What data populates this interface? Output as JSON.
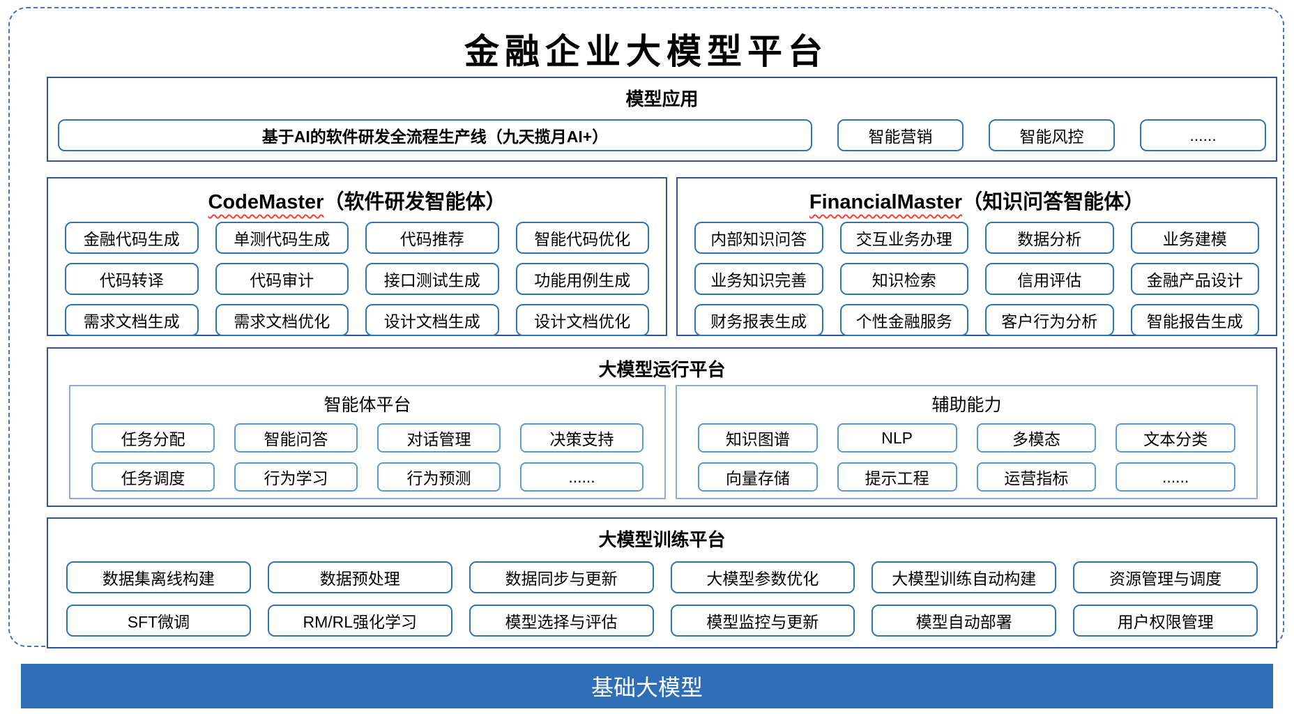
{
  "title": "金融企业大模型平台",
  "colors": {
    "outer_dashed_border": "#4472C4",
    "section_border": "#2F5597",
    "button_border": "#2E75B6",
    "sub_box_border": "#8FAADC",
    "sub_button_border": "#5B9BD5",
    "base_bar_background": "#2E6DB8",
    "spellcheck_squiggle": "#FF3B30"
  },
  "model_app": {
    "header": "模型应用",
    "pipeline": "基于AI的软件研发全流程生产线（九天揽月AI+）",
    "items": [
      "智能营销",
      "智能风控",
      "......"
    ]
  },
  "code_master": {
    "title_en": "CodeMaster",
    "title_zh": "（软件研发智能体）",
    "items": [
      "金融代码生成",
      "单测代码生成",
      "代码推荐",
      "智能代码优化",
      "代码转译",
      "代码审计",
      "接口测试生成",
      "功能用例生成",
      "需求文档生成",
      "需求文档优化",
      "设计文档生成",
      "设计文档优化"
    ]
  },
  "financial_master": {
    "title_en": "FinancialMaster",
    "title_zh": "（知识问答智能体）",
    "items": [
      "内部知识问答",
      "交互业务办理",
      "数据分析",
      "业务建模",
      "业务知识完善",
      "知识检索",
      "信用评估",
      "金融产品设计",
      "财务报表生成",
      "个性金融服务",
      "客户行为分析",
      "智能报告生成"
    ]
  },
  "runtime": {
    "header": "大模型运行平台",
    "agent_platform": {
      "header": "智能体平台",
      "items": [
        "任务分配",
        "智能问答",
        "对话管理",
        "决策支持",
        "任务调度",
        "行为学习",
        "行为预测",
        "......"
      ]
    },
    "auxiliary": {
      "header": "辅助能力",
      "items": [
        "知识图谱",
        "NLP",
        "多模态",
        "文本分类",
        "向量存储",
        "提示工程",
        "运营指标",
        "......"
      ]
    }
  },
  "training": {
    "header": "大模型训练平台",
    "items": [
      "数据集离线构建",
      "数据预处理",
      "数据同步与更新",
      "大模型参数优化",
      "大模型训练自动构建",
      "资源管理与调度",
      "SFT微调",
      "RM/RL强化学习",
      "模型选择与评估",
      "模型监控与更新",
      "模型自动部署",
      "用户权限管理"
    ]
  },
  "base_model": {
    "label": "基础大模型"
  }
}
